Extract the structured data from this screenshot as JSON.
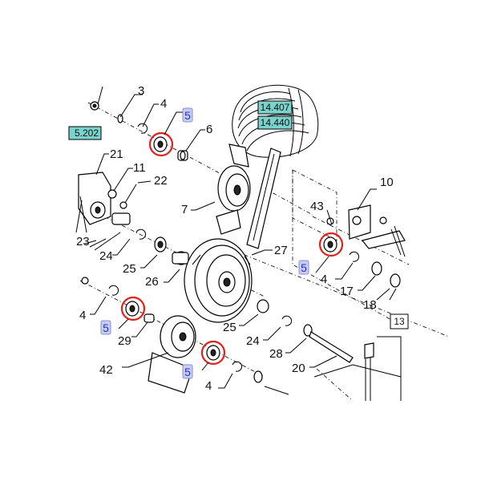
{
  "diagram": {
    "part_numbers": {
      "p3": "3",
      "p4a": "4",
      "p6": "6",
      "p21": "21",
      "p11": "11",
      "p22": "22",
      "p7": "7",
      "p10": "10",
      "p43": "43",
      "p27": "27",
      "p23": "23",
      "p24a": "24",
      "p25a": "25",
      "p26": "26",
      "p17": "17",
      "p18": "18",
      "p4b": "4",
      "p29": "29",
      "p25b": "25",
      "p24b": "24",
      "p28": "28",
      "p20": "20",
      "p42": "42",
      "p4c": "4",
      "p4d": "4"
    },
    "highlight_labels": {
      "a": "5",
      "b": "5",
      "c": "5",
      "d": "5"
    },
    "ref_boxes": {
      "r1": "14.407",
      "r2": "14.440",
      "r3": "5.202",
      "r4": "13"
    },
    "colors": {
      "highlight_box": "#c8ccf4",
      "ref_box": "#7ad3cc",
      "circle": "#e0201c"
    }
  }
}
